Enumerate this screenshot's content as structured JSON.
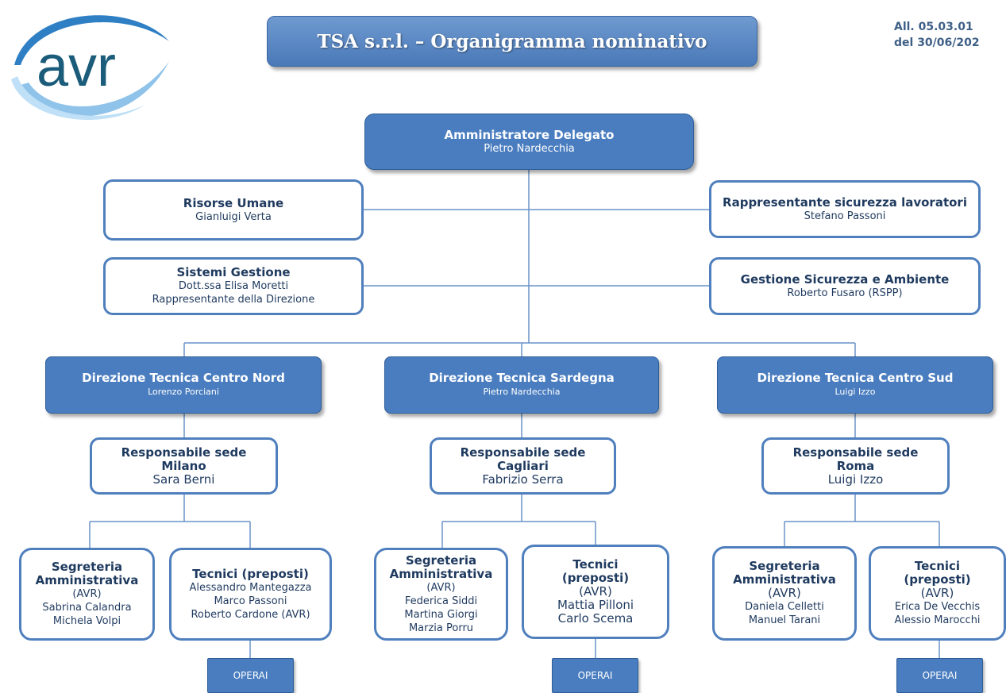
{
  "header": {
    "logo_text": "avr",
    "title": "TSA s.r.l. – Organigramma nominativo",
    "doc_ref_line1": "All. 05.03.01",
    "doc_ref_line2": "del 30/06/202"
  },
  "colors": {
    "accent_blue": "#4a7dbf",
    "line_blue": "#6a93c9",
    "text_navy": "#1f3a5f",
    "logo_teal": "#1a5c7a"
  },
  "top": {
    "ad": {
      "title": "Amministratore Delegato",
      "name": "Pietro Nardecchia"
    },
    "hr": {
      "title": "Risorse Umane",
      "name": "Gianluigi Verta"
    },
    "rsl": {
      "title": "Rappresentante sicurezza lavoratori",
      "name": "Stefano Passoni"
    },
    "sg": {
      "title": "Sistemi Gestione",
      "name": "Dott.ssa Elisa Moretti",
      "role": "Rappresentante della Direzione"
    },
    "gsa": {
      "title": "Gestione Sicurezza e Ambiente",
      "name": "Roberto Fusaro (RSPP)"
    }
  },
  "branches": [
    {
      "direction": {
        "title": "Direzione Tecnica Centro Nord",
        "name": "Lorenzo Porciani"
      },
      "site": {
        "line1": "Responsabile sede",
        "line2": "Milano",
        "name": "Sara Berni"
      },
      "secretariat": {
        "line1": "Segreteria",
        "line2": "Amministrativa",
        "line3": "(AVR)",
        "people": [
          "Sabrina Calandra",
          "Michela Volpi"
        ]
      },
      "technicians": {
        "title": "Tecnici (preposti)",
        "people": [
          "Alessandro Mantegazza",
          "Marco Passoni",
          "Roberto Cardone (AVR)"
        ]
      },
      "workers": "OPERAI"
    },
    {
      "direction": {
        "title": "Direzione Tecnica Sardegna",
        "name": "Pietro Nardecchia"
      },
      "site": {
        "line1": "Responsabile sede",
        "line2": "Cagliari",
        "name": "Fabrizio Serra"
      },
      "secretariat": {
        "line1": "Segreteria",
        "line2": "Amministrativa",
        "line3": "(AVR)",
        "people": [
          "Federica Siddi",
          "Martina Giorgi",
          "Marzia Porru"
        ]
      },
      "technicians": {
        "line1": "Tecnici",
        "line2": "(preposti)",
        "line3": "(AVR)",
        "people": [
          "Mattia Pilloni",
          "Carlo Scema"
        ]
      },
      "workers": "OPERAI"
    },
    {
      "direction": {
        "title": "Direzione Tecnica Centro Sud",
        "name": "Luigi Izzo"
      },
      "site": {
        "line1": "Responsabile sede",
        "line2": "Roma",
        "name": "Luigi Izzo"
      },
      "secretariat": {
        "line1": "Segreteria",
        "line2": "Amministrativa",
        "line3": "(AVR)",
        "people": [
          "Daniela Celletti",
          "Manuel Tarani"
        ]
      },
      "technicians": {
        "line1": "Tecnici",
        "line2": "(preposti)",
        "line3": "(AVR)",
        "people": [
          "Erica De Vecchis",
          "Alessio Marocchi"
        ]
      },
      "workers": "OPERAI"
    }
  ]
}
